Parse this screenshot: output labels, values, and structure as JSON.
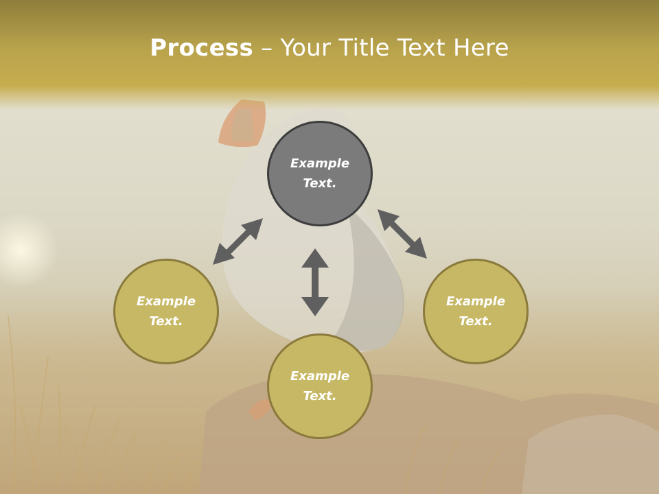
{
  "title": {
    "bold": "Process",
    "rest": " – Your Title Text Here"
  },
  "nodes": {
    "top": {
      "line1": "Example",
      "line2": "Text."
    },
    "left": {
      "line1": "Example",
      "line2": "Text."
    },
    "right": {
      "line1": "Example",
      "line2": "Text."
    },
    "bottom": {
      "line1": "Example",
      "line2": "Text."
    }
  },
  "colors": {
    "title_bar": "#b9a34c",
    "node_gold": "#c7b866",
    "node_grey": "#7b7b7b",
    "arrow": "#5f5f5f"
  },
  "background_image": "puffin-on-grassy-cliff"
}
